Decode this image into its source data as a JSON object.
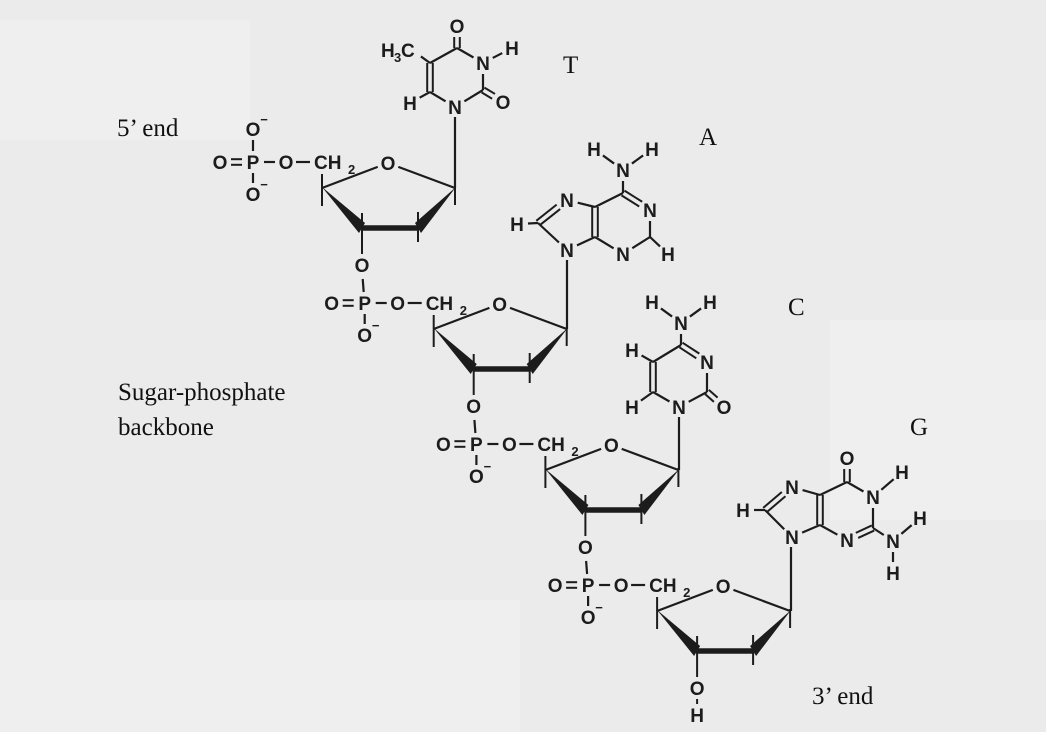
{
  "labels": {
    "five_prime_end": "5’ end",
    "three_prime_end": "3’ end",
    "backbone_line1": "Sugar-phosphate",
    "backbone_line2": "backbone"
  },
  "bases": {
    "thymine": "T",
    "adenine": "A",
    "cytosine": "C",
    "guanine": "G"
  },
  "atoms": {
    "O": "O",
    "N": "N",
    "H": "H",
    "P": "P",
    "C": "C",
    "CH": "CH",
    "sub2": "2",
    "sub3": "3",
    "minus": "−"
  }
}
